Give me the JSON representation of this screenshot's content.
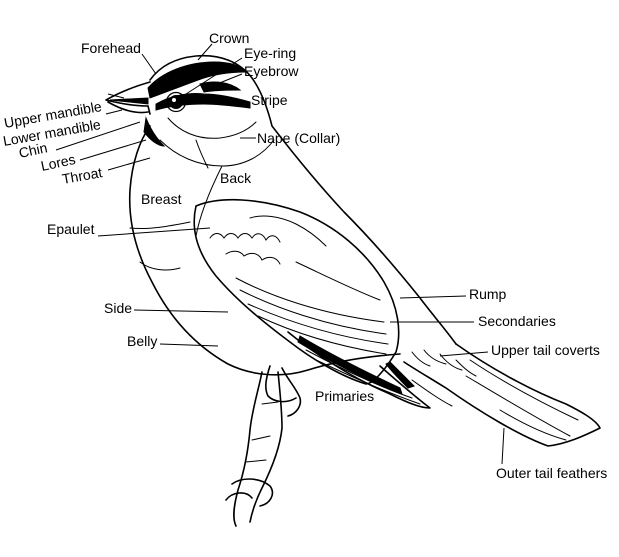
{
  "diagram": {
    "labels": {
      "forehead": "Forehead",
      "crown": "Crown",
      "eye_ring": "Eye-ring",
      "eyebrow": "Eyebrow",
      "stripe": "Stripe",
      "upper_mandible": "Upper mandible",
      "lower_mandible": "Lower mandible",
      "chin": "Chin",
      "lores": "Lores",
      "throat": "Throat",
      "nape": "Nape (Collar)",
      "back": "Back",
      "breast": "Breast",
      "epaulet": "Epaulet",
      "rump": "Rump",
      "secondaries": "Secondaries",
      "side": "Side",
      "upper_tail_coverts": "Upper tail coverts",
      "belly": "Belly",
      "primaries": "Primaries",
      "outer_tail_feathers": "Outer tail feathers"
    }
  }
}
